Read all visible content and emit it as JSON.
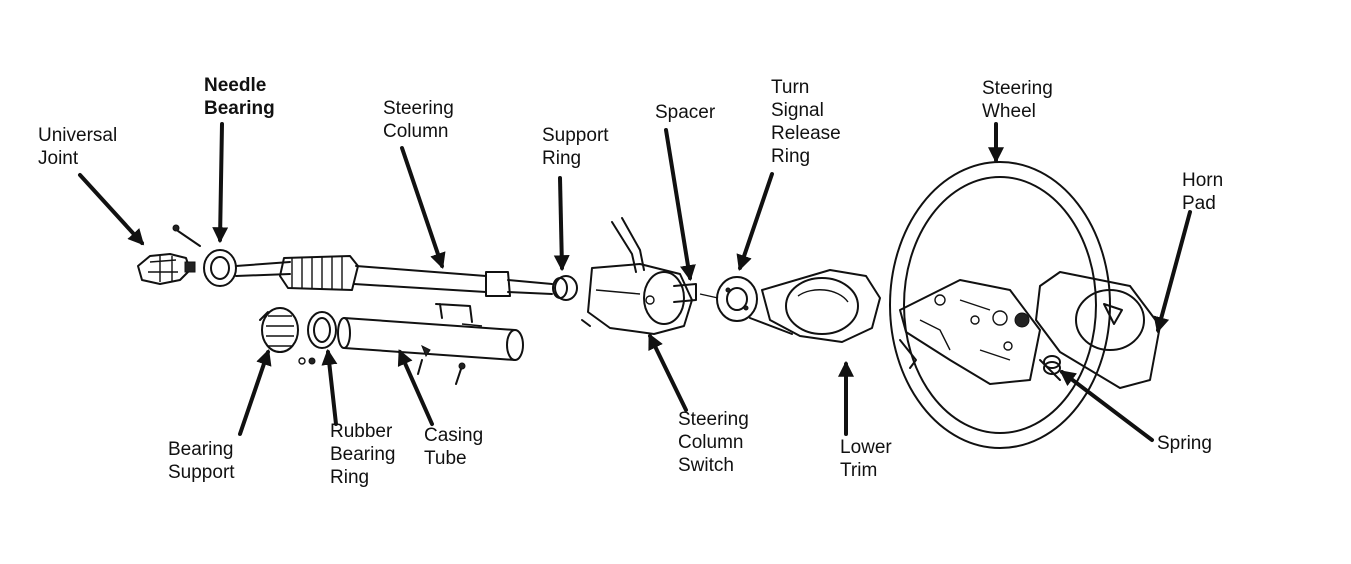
{
  "labels": {
    "universal_joint": [
      "Universal",
      "Joint"
    ],
    "needle_bearing": [
      "Needle",
      "Bearing"
    ],
    "steering_column": [
      "Steering",
      "Column"
    ],
    "support_ring": [
      "Support",
      "Ring"
    ],
    "spacer": [
      "Spacer"
    ],
    "turn_signal_release_ring": [
      "Turn",
      "Signal",
      "Release",
      "Ring"
    ],
    "steering_wheel": [
      "Steering",
      "Wheel"
    ],
    "horn_pad": [
      "Horn",
      "Pad"
    ],
    "bearing_support": [
      "Bearing",
      "Support"
    ],
    "rubber_bearing_ring": [
      "Rubber",
      "Bearing",
      "Ring"
    ],
    "casing_tube": [
      "Casing",
      "Tube"
    ],
    "steering_column_switch": [
      "Steering",
      "Column",
      "Switch"
    ],
    "lower_trim": [
      "Lower",
      "Trim"
    ],
    "spring": [
      "Spring"
    ]
  }
}
